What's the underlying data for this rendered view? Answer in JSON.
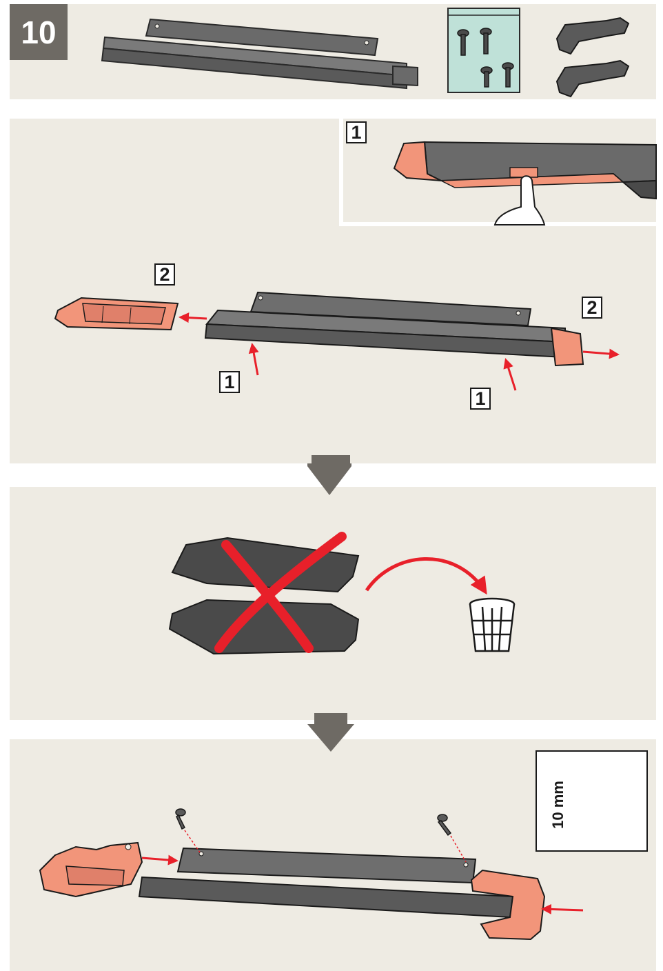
{
  "step": {
    "number": "10"
  },
  "substeps": {
    "inset_1": "1",
    "left_2": "2",
    "right_2": "2",
    "left_1": "1",
    "right_1": "1"
  },
  "screw_spec": {
    "length_label": "10 mm"
  },
  "colors": {
    "panel_bg": "#eeebe3",
    "part_dark": "#5c5c5c",
    "part_orange": "#f2957a",
    "arrow_red": "#e8202a",
    "flow_arrow": "#6e6a64"
  }
}
